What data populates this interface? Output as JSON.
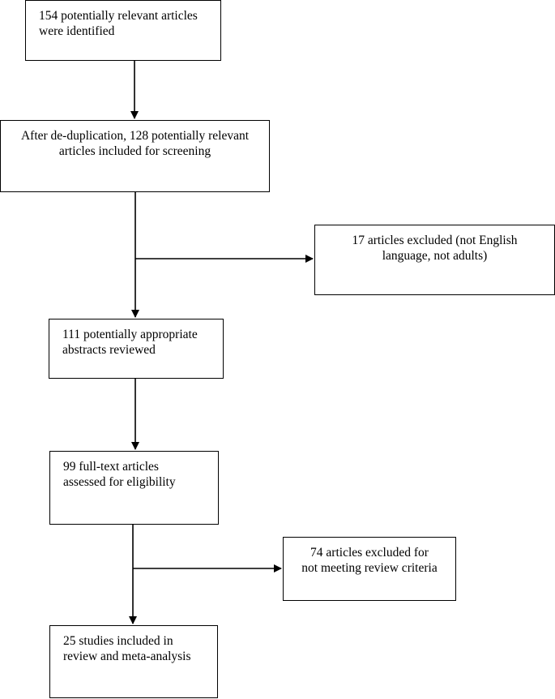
{
  "flowchart": {
    "identified": {
      "line1": "154 potentially relevant articles",
      "line2": "were identified"
    },
    "deduplicated": {
      "line1": "After de-duplication, 128 potentially relevant",
      "line2": "articles included for screening"
    },
    "excluded_language": {
      "line1": "17 articles excluded (not English",
      "line2": "language, not adults)"
    },
    "abstracts": {
      "line1": "111 potentially appropriate",
      "line2": "abstracts reviewed"
    },
    "fulltext": {
      "line1": "99 full-text articles",
      "line2": "assessed for eligibility"
    },
    "excluded_criteria": {
      "line1": "74 articles excluded for",
      "line2": "not meeting review criteria"
    },
    "included": {
      "line1": "25 studies included in",
      "line2": "review and meta-analysis"
    }
  },
  "colors": {
    "stroke": "#000000",
    "background": "#ffffff"
  }
}
